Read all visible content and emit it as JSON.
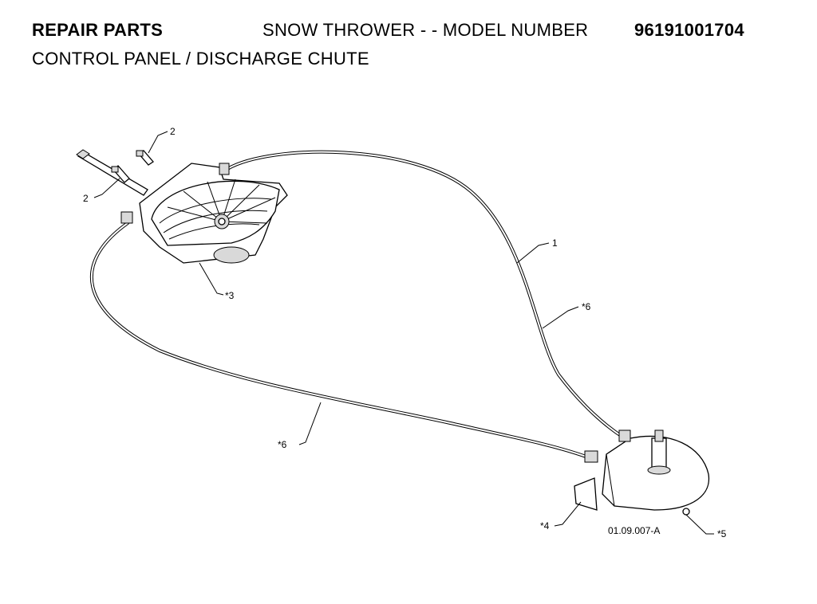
{
  "header": {
    "section": "REPAIR PARTS",
    "product": "SNOW THROWER - - MODEL NUMBER",
    "model_number": "96191001704",
    "subtitle": "CONTROL PANEL / DISCHARGE CHUTE"
  },
  "callouts": {
    "bolt_top": "2",
    "bolt_left": "2",
    "control_assembly": "*3",
    "cable_1": "1",
    "cable_right": "*6",
    "cable_left": "*6",
    "bracket": "*4",
    "chute_base": "*5"
  },
  "drawing_id": "01.09.007-A"
}
